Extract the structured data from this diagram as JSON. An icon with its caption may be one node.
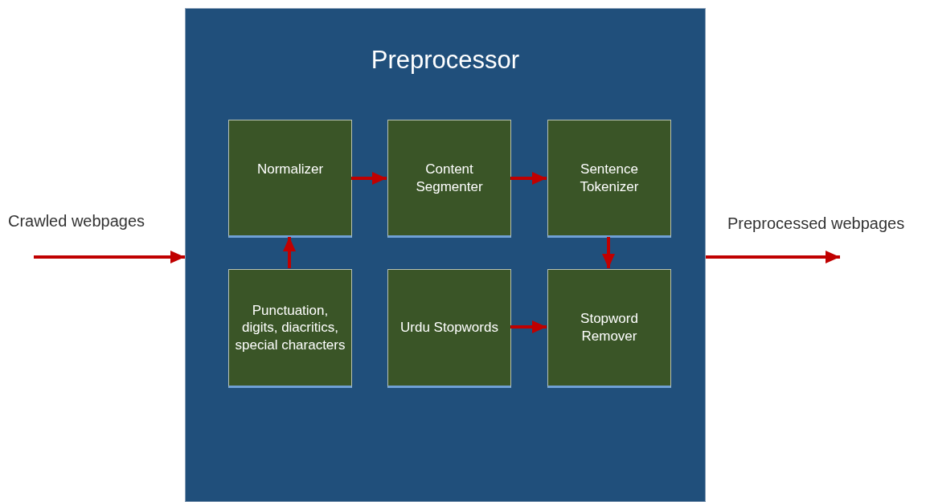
{
  "diagram": {
    "nodes": [
      {
        "text": [
          "Preprocessor"
        ]
      },
      {
        "text": [
          "Normalizer"
        ],
        "in": 0
      },
      {
        "text": [
          "Content Segmenter"
        ],
        "in": 0
      },
      {
        "text": [
          "Sentence Tokenizer"
        ],
        "in": 0
      },
      {
        "text": [
          "Punctuation, digits, diacritics, special characters"
        ],
        "in": 0
      },
      {
        "text": [
          "Urdu Stopwords"
        ],
        "in": 0
      },
      {
        "text": [
          "Stopword Remover"
        ],
        "in": 0
      }
    ],
    "edges": [
      {
        "from": null,
        "to": 0,
        "arrow": "to"
      },
      {
        "from": 1,
        "to": 2,
        "arrow": "to"
      },
      {
        "from": 2,
        "to": 3,
        "arrow": "to"
      },
      {
        "from": 3,
        "to": 6,
        "arrow": "to"
      },
      {
        "from": 4,
        "to": 1,
        "arrow": "to"
      },
      {
        "from": 5,
        "to": 6,
        "arrow": "to"
      },
      {
        "from": 0,
        "to": null,
        "arrow": "to"
      }
    ],
    "labels": [
      "Crawled webpages",
      "Preprocessed webpages"
    ]
  }
}
